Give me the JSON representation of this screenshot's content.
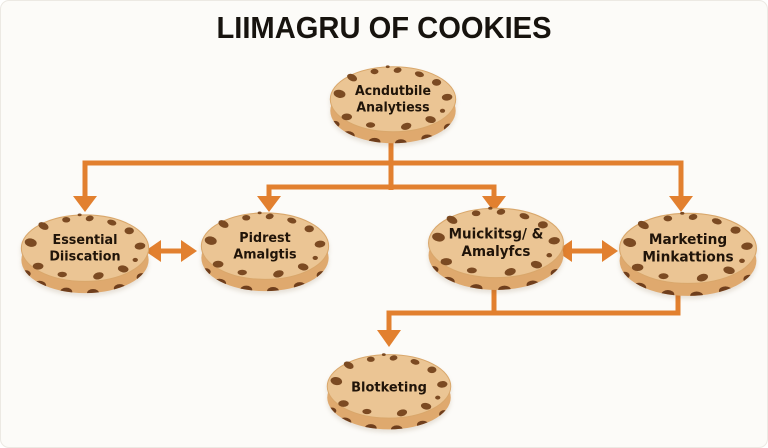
{
  "title": "LIIMAGRU OF COOKIES",
  "colors": {
    "arrow": "#E2802F",
    "cookie_face": "#EBC594",
    "cookie_face_edge": "#D9A76B",
    "cookie_side": "#DFA96E",
    "chip": "#7B4A22",
    "chip_dark": "#6F3E1C",
    "label_text": "#201409",
    "title_text": "#17130E",
    "background": "#FCFBF8"
  },
  "diagram": {
    "nodes": [
      {
        "id": "top",
        "lines": [
          "Acndutbile",
          "Analytiess"
        ]
      },
      {
        "id": "left",
        "lines": [
          "Essential",
          "Diiscation"
        ]
      },
      {
        "id": "mid-left",
        "lines": [
          "Pidrest",
          "Amalgtis"
        ]
      },
      {
        "id": "mid-right",
        "lines": [
          "Muickitsg/ &",
          "Amalyfcs"
        ]
      },
      {
        "id": "right",
        "lines": [
          "Marketing",
          "Minkattions"
        ]
      },
      {
        "id": "bottom",
        "lines": [
          "Blotketing"
        ]
      }
    ]
  }
}
